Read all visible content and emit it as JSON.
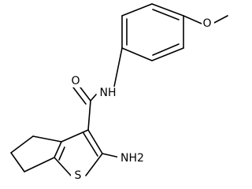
{
  "molecule": {
    "atoms": {
      "carbonyl_oxygen": "O",
      "amide_nh": "NH",
      "thiophene_sulfur": "S",
      "methoxy_oxygen": "O",
      "amino_group": "NH2"
    }
  },
  "colors": {
    "bond": "#000000",
    "background": "#ffffff",
    "text": "#000000"
  }
}
